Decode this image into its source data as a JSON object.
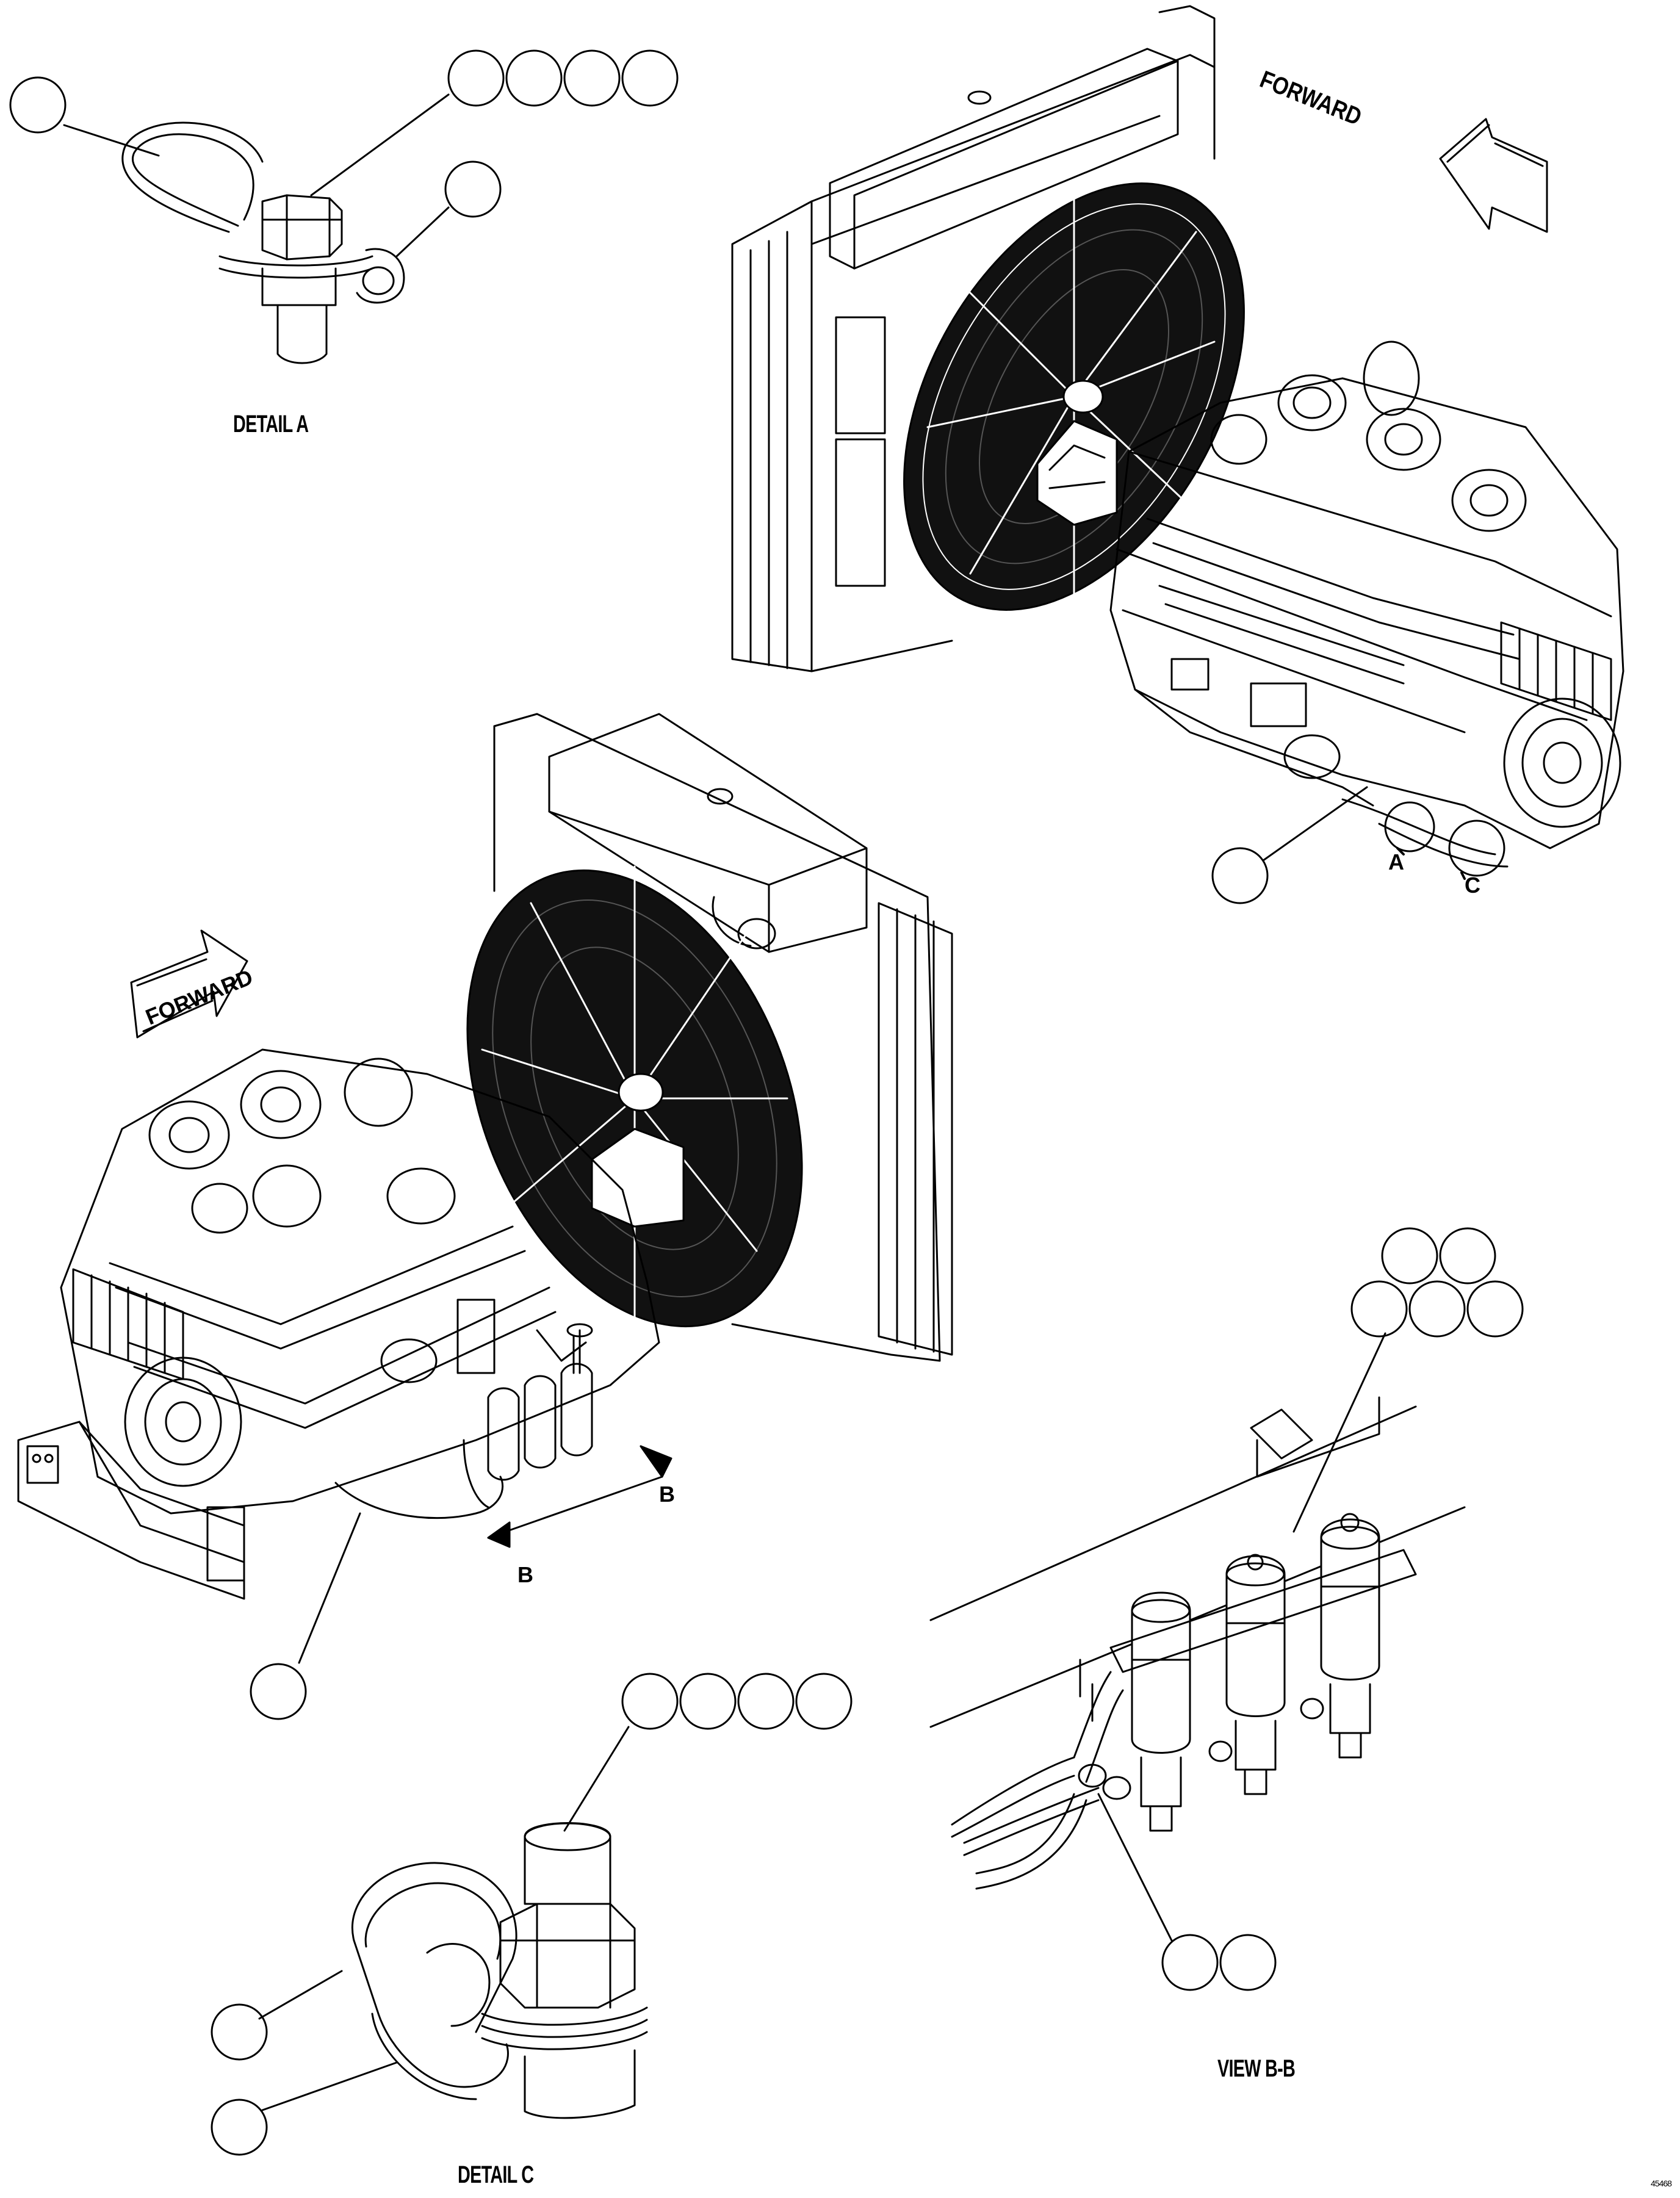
{
  "captions": {
    "detail_a": "DETAIL A",
    "detail_c": "DETAIL C",
    "view_bb": "VIEW B-B"
  },
  "arrows": {
    "forward_top": "FORWARD",
    "forward_left": "FORWARD"
  },
  "view_letters": {
    "a": "A",
    "c": "C",
    "b_upper": "B",
    "b_lower": "B"
  },
  "sheet_id": "45468",
  "colors": {
    "line": "#000000",
    "background": "#ffffff",
    "fan_fill": "#111111"
  }
}
